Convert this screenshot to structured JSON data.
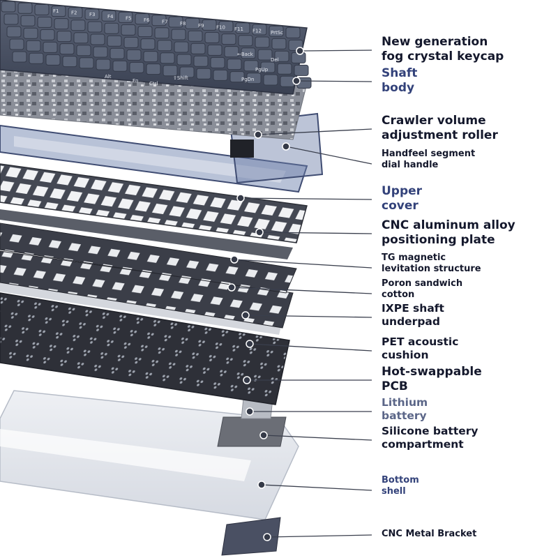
{
  "colors": {
    "label_text": "#14182c",
    "label_accent_navy": "#33427a",
    "label_accent_slate": "#5b6688",
    "leader_line": "#3a3f4d",
    "keycap": "#4d5567",
    "frame_blue": "#6a7ca6",
    "plate_dark": "#3a3d46",
    "pcb": "#2d2f37",
    "shell_clear": "#e7eaef"
  },
  "keycaps": {
    "legends_row1": [
      "F1",
      "F2",
      "F3",
      "F4",
      "F5",
      "F6",
      "F7",
      "F8",
      "F9",
      "F10",
      "F11",
      "F12",
      "PrtSc"
    ],
    "legend_back": "←Back",
    "legend_del": "Del",
    "legend_pgup": "PgUp",
    "legend_pgdn": "PgDn",
    "legend_alt": "Alt",
    "legend_fn": "Fn",
    "legend_ctrl": "Ctrl",
    "legend_shift": "⇧Shift"
  },
  "callouts": [
    {
      "line1": "New generation",
      "line2": "fog crystal keycap",
      "size": "lg",
      "color": "label_text"
    },
    {
      "line1": "Shaft",
      "line2": "body",
      "size": "lg",
      "color": "label_accent_navy"
    },
    {
      "line1": "Crawler volume",
      "line2": "adjustment roller",
      "size": "lg",
      "color": "label_text"
    },
    {
      "line1": "Handfeel segment",
      "line2": "dial handle",
      "size": "sm",
      "color": "label_text"
    },
    {
      "line1": "Upper",
      "line2": "cover",
      "size": "lg",
      "color": "label_accent_navy"
    },
    {
      "line1": "CNC aluminum alloy",
      "line2": "positioning plate",
      "size": "lg",
      "color": "label_text"
    },
    {
      "line1": "TG magnetic",
      "line2": "levitation structure",
      "size": "sm",
      "color": "label_text"
    },
    {
      "line1": "Poron sandwich",
      "line2": "cotton",
      "size": "sm",
      "color": "label_text"
    },
    {
      "line1": "IXPE shaft",
      "line2": "underpad",
      "size": "md",
      "color": "label_text"
    },
    {
      "line1": "PET acoustic",
      "line2": "cushion",
      "size": "md",
      "color": "label_text"
    },
    {
      "line1": "Hot-swappable",
      "line2": "PCB",
      "size": "lg",
      "color": "label_text"
    },
    {
      "line1": "Lithium",
      "line2": "battery",
      "size": "md",
      "color": "label_accent_slate"
    },
    {
      "line1": "Silicone battery",
      "line2": "compartment",
      "size": "md",
      "color": "label_text"
    },
    {
      "line1": "Bottom",
      "line2": "shell",
      "size": "sm",
      "color": "label_accent_navy"
    },
    {
      "line1": "CNC Metal Bracket",
      "line2": "",
      "size": "sm",
      "color": "label_text"
    }
  ]
}
